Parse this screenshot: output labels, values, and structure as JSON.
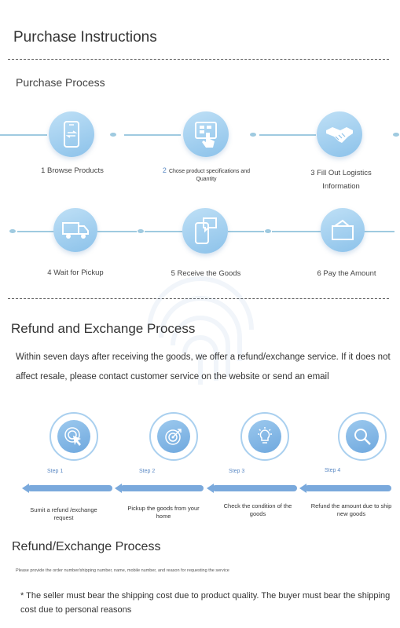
{
  "page": {
    "title": "Purchase Instructions"
  },
  "purchase": {
    "heading": "Purchase Process",
    "steps": [
      {
        "label": "1 Browse Products",
        "icon": "phone-app-icon"
      },
      {
        "num": "2",
        "label": "Chose product specifications and Quantity",
        "icon": "touch-screen-icon"
      },
      {
        "label": "3 Fill Out Logistics Information",
        "icon": "handshake-icon"
      },
      {
        "label": "4 Wait for Pickup",
        "icon": "truck-icon"
      },
      {
        "label": "5 Receive the Goods",
        "icon": "phone-chat-icon"
      },
      {
        "label": "6 Pay the Amount",
        "icon": "wallet-icon"
      }
    ]
  },
  "refund": {
    "heading": "Refund and Exchange Process",
    "paragraph": "Within seven days after receiving the goods, we offer a refund/exchange service. If it does not affect resale, please contact customer service on the website or send an email",
    "steps": [
      {
        "step": "Step 1",
        "label": "Sumit a refund /exchange request",
        "icon": "cursor-click-icon"
      },
      {
        "step": "Step 2",
        "label": "Pickup the goods from your home",
        "icon": "target-icon"
      },
      {
        "step": "Step 3",
        "label": "Check the condition of the goods",
        "icon": "lightbulb-icon"
      },
      {
        "step": "Step 4",
        "label": "Refund the amount due to ship new goods",
        "icon": "magnifier-icon"
      }
    ]
  },
  "exchange": {
    "heading": "Refund/Exchange Process",
    "small_note": "Please provide the order number/shipping number, name, mobile number, and reason for requesting the service",
    "note": "* The seller must bear the shipping cost due to product quality. The buyer must bear the shipping cost due to personal reasons"
  }
}
